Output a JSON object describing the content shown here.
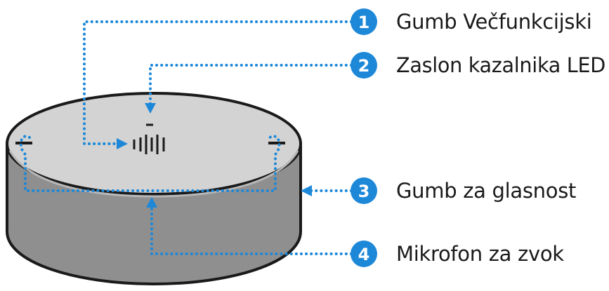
{
  "colors": {
    "accent": "#1e88d8",
    "body_side": "#8f8f8f",
    "body_top": "#d3d3d3",
    "outline": "#1a1a1a"
  },
  "callouts": [
    {
      "number": "1",
      "label": "Gumb Večfunkcijski"
    },
    {
      "number": "2",
      "label": "Zaslon kazalnika LED"
    },
    {
      "number": "3",
      "label": "Gumb za glasnost"
    },
    {
      "number": "4",
      "label": "Mikrofon za zvok"
    }
  ],
  "device": {
    "top_icon": "microphone-level-icon",
    "buttons": [
      "minus-icon",
      "plus-icon"
    ]
  }
}
